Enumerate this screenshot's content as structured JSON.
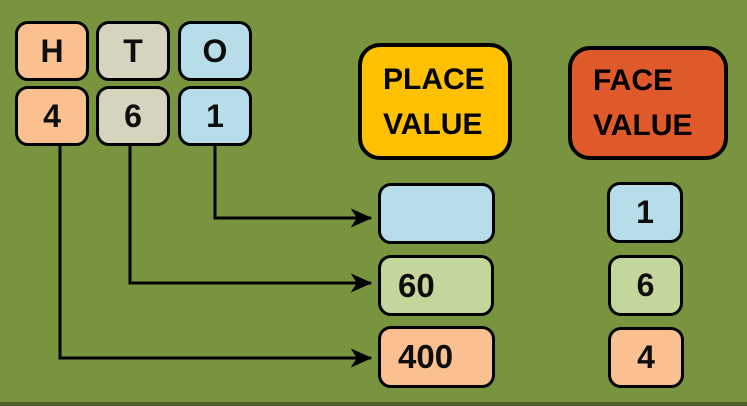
{
  "colors": {
    "background": "#78943E",
    "outline": "#000000",
    "peach": "#FAC090",
    "tan": "#D6D3BE",
    "blue": "#B7DDE8",
    "green": "#C3D69B",
    "yellow": "#FFC000",
    "orange_red": "#E0592B"
  },
  "place_columns": [
    {
      "label": "H",
      "digit": "4"
    },
    {
      "label": "T",
      "digit": "6"
    },
    {
      "label": "O",
      "digit": "1"
    }
  ],
  "headers": {
    "place_value": "PLACE VALUE",
    "face_value": "FACE VALUE"
  },
  "place_value_results": [
    "",
    "60",
    "400"
  ],
  "face_value_results": [
    "1",
    "6",
    "4"
  ],
  "connections": [
    {
      "from_digit": "1",
      "to_place_value": ""
    },
    {
      "from_digit": "6",
      "to_place_value": "60"
    },
    {
      "from_digit": "4",
      "to_place_value": "400"
    }
  ]
}
